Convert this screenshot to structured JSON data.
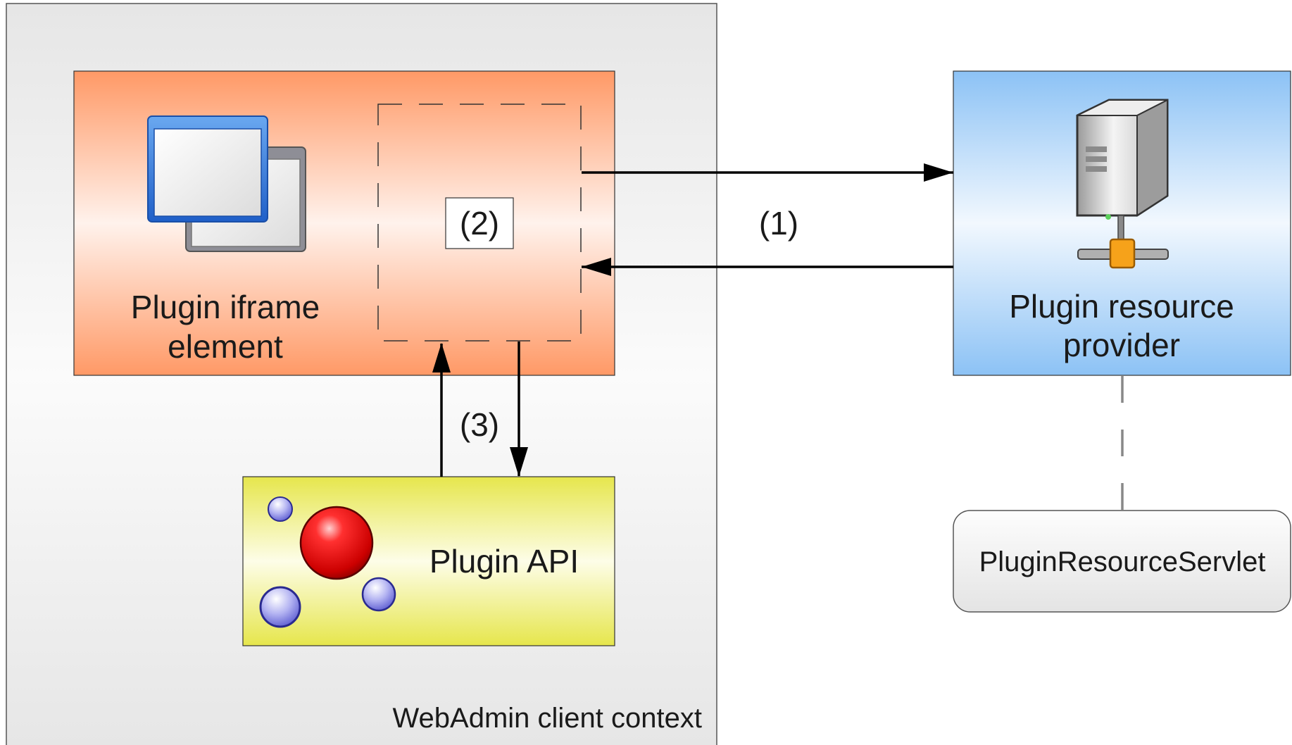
{
  "context": {
    "label": "WebAdmin client context"
  },
  "iframe_box": {
    "label_line1": "Plugin iframe",
    "label_line2": "element"
  },
  "step_labels": {
    "step1": "(1)",
    "step2": "(2)",
    "step3": "(3)"
  },
  "api_box": {
    "label": "Plugin API"
  },
  "provider_box": {
    "label_line1": "Plugin resource",
    "label_line2": "provider"
  },
  "servlet_box": {
    "label": "PluginResourceServlet"
  },
  "icons": {
    "iframe": "windows-icon",
    "api": "spheres-icon",
    "provider": "server-icon"
  },
  "colors": {
    "context_fill": "#e6e6e6",
    "iframe_orange": "#ff9966",
    "api_yellow": "#e6e64c",
    "provider_blue": "#8cc2f5",
    "arrow": "#000000"
  }
}
